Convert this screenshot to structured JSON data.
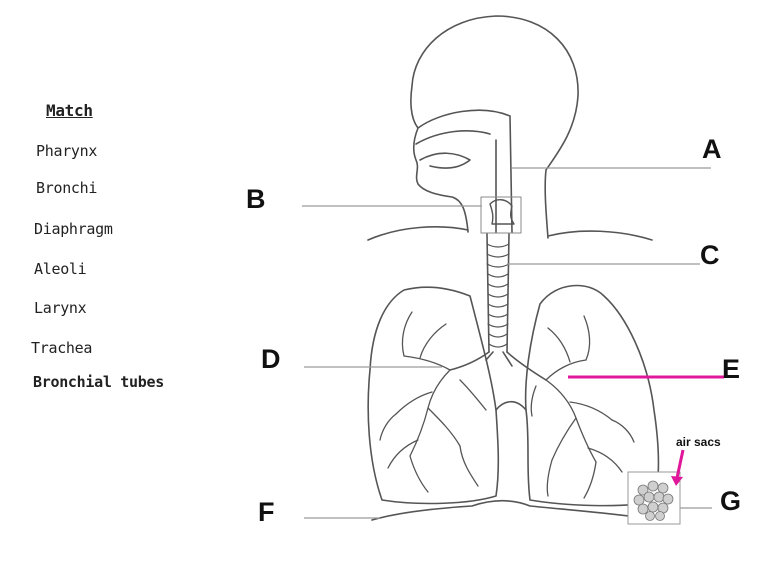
{
  "match_list": {
    "title": "Match",
    "items": [
      "Pharynx",
      "Bronchi",
      "Diaphragm",
      "Aleoli",
      "Larynx",
      "Trachea",
      "Bronchial tubes"
    ]
  },
  "labels": [
    "A",
    "B",
    "C",
    "D",
    "E",
    "F",
    "G"
  ],
  "inset_label": "air sacs",
  "colors": {
    "pointer": "#e0179b",
    "outline": "#555555",
    "leader_line": "#9a9a9a"
  }
}
